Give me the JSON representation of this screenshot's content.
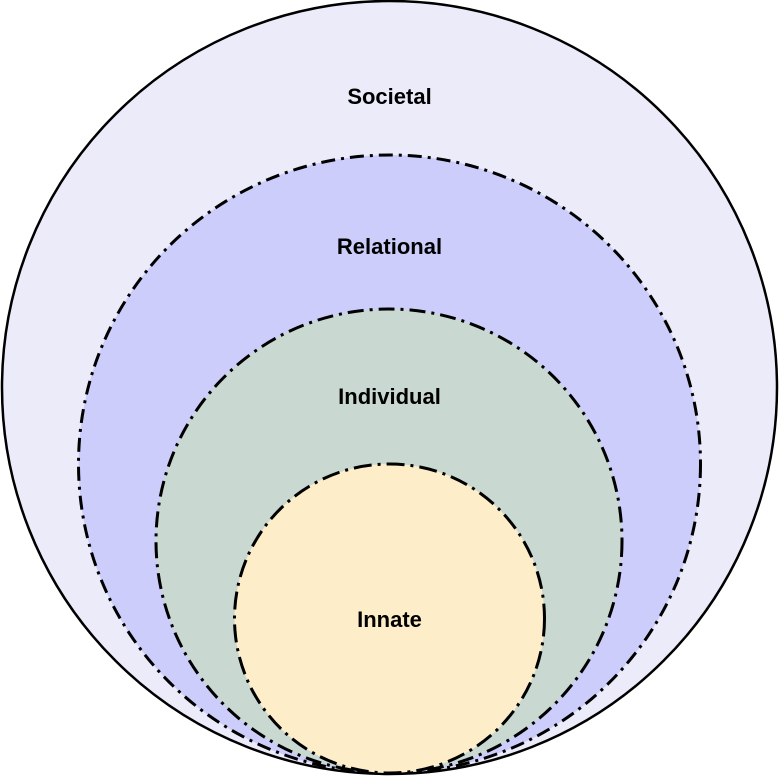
{
  "diagram": {
    "layers": [
      {
        "key": "societal",
        "label": "Societal",
        "fill": "#ebebfa"
      },
      {
        "key": "relational",
        "label": "Relational",
        "fill": "#cccdfb"
      },
      {
        "key": "individual",
        "label": "Individual",
        "fill": "#c9d8d0"
      },
      {
        "key": "innate",
        "label": "Innate",
        "fill": "#fdeec9"
      }
    ]
  }
}
